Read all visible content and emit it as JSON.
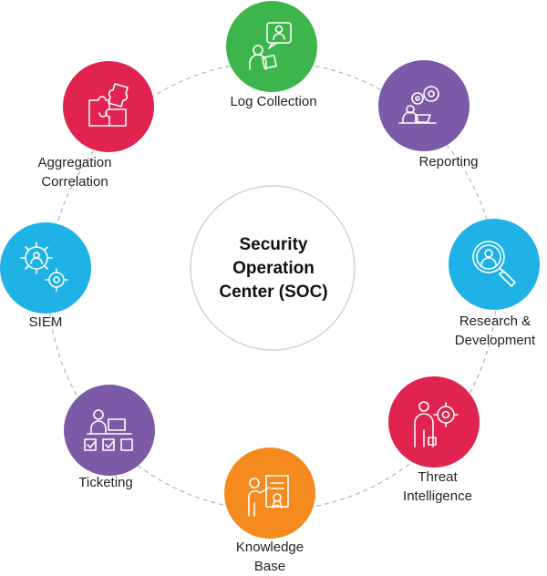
{
  "center": {
    "title_lines": [
      "Security",
      "Operation",
      "Center (SOC)"
    ]
  },
  "nodes": [
    {
      "id": "log-collection",
      "label_lines": [
        "Log Collection"
      ],
      "color": "#3cb54a",
      "icon": "person-with-speech-bubble-icon"
    },
    {
      "id": "reporting",
      "label_lines": [
        "Reporting"
      ],
      "color": "#7b5aa8",
      "icon": "person-laptop-gears-icon"
    },
    {
      "id": "research-development",
      "label_lines": [
        "Research &",
        "Development"
      ],
      "color": "#1fb2e6",
      "icon": "magnifier-person-icon"
    },
    {
      "id": "threat-intelligence",
      "label_lines": [
        "Threat",
        "Intelligence"
      ],
      "color": "#e0234f",
      "icon": "person-gear-icon"
    },
    {
      "id": "knowledge-base",
      "label_lines": [
        "Knowledge",
        "Base"
      ],
      "color": "#f58a1f",
      "icon": "presenter-certificate-icon"
    },
    {
      "id": "ticketing",
      "label_lines": [
        "Ticketing"
      ],
      "color": "#7b5aa8",
      "icon": "person-desk-checkboxes-icon"
    },
    {
      "id": "siem",
      "label_lines": [
        "SIEM"
      ],
      "color": "#1fb2e6",
      "icon": "gears-person-icon"
    },
    {
      "id": "aggregation-correlation",
      "label_lines": [
        "Aggregation",
        "Correlation"
      ],
      "color": "#e0234f",
      "icon": "puzzle-pieces-icon"
    }
  ]
}
